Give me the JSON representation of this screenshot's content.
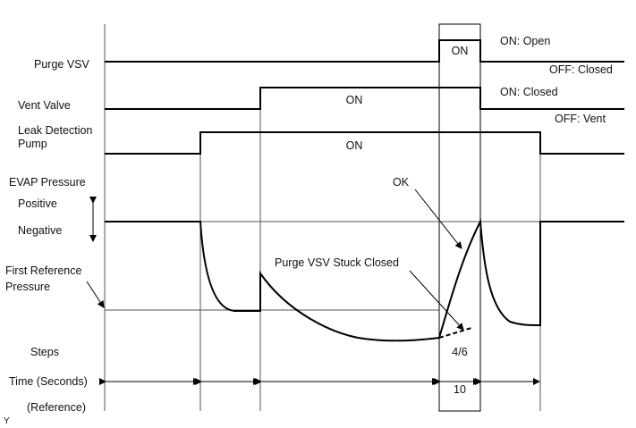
{
  "signals": {
    "purge_vsv": "Purge VSV",
    "vent_valve": "Vent Valve",
    "leak_pump_line1": "Leak Detection",
    "leak_pump_line2": "Pump",
    "evap_pressure": "EVAP Pressure",
    "positive": "Positive",
    "negative": "Negative",
    "first_ref_line1": "First Reference",
    "first_ref_line2": "Pressure",
    "steps": "Steps",
    "time": "Time (Seconds)",
    "reference": "(Reference)"
  },
  "states": {
    "purge_on": "ON",
    "vent_on": "ON",
    "pump_on": "ON",
    "purge_on_meaning": "ON: Open",
    "purge_off_meaning": "OFF: Closed",
    "vent_on_meaning": "ON: Closed",
    "vent_off_meaning": "OFF: Vent"
  },
  "annotations": {
    "ok": "OK",
    "stuck": "Purge VSV Stuck Closed",
    "step_label": "4/6",
    "time_value": "10",
    "corner": "Y"
  }
}
